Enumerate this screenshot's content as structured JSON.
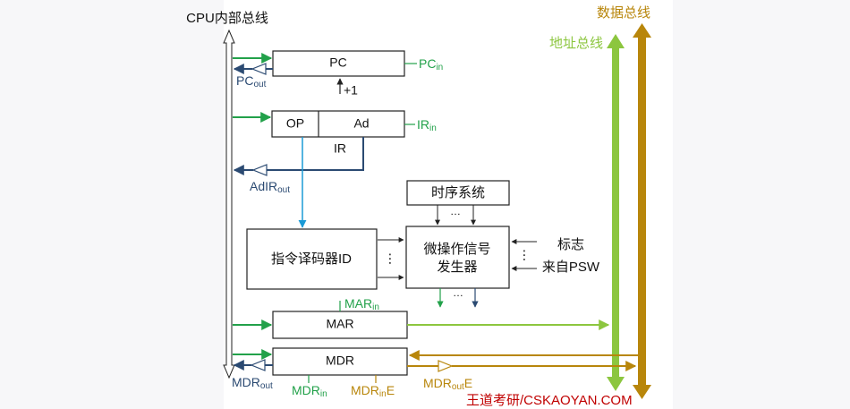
{
  "buses": {
    "cpu_internal": "CPU内部总线",
    "data_bus": "数据总线",
    "address_bus": "地址总线"
  },
  "registers": {
    "pc": "PC",
    "op": "OP",
    "ad": "Ad",
    "ir": "IR",
    "mar": "MAR",
    "mdr": "MDR"
  },
  "units": {
    "timing": "时序系统",
    "decoder": "指令译码器ID",
    "micro_gen_line1": "微操作信号",
    "micro_gen_line2": "发生器"
  },
  "inputs": {
    "flags": "标志",
    "from_psw": "来自PSW"
  },
  "signals": {
    "pc_in": {
      "main": "PC",
      "sub": "in"
    },
    "pc_out": {
      "main": "PC",
      "sub": "out"
    },
    "pc_plus": "+1",
    "ir_in": {
      "main": "IR",
      "sub": "in"
    },
    "adir_out": {
      "main": "AdIR",
      "sub": "out"
    },
    "mar_in": {
      "main": "MAR",
      "sub": "in"
    },
    "mdr_out": {
      "main": "MDR",
      "sub": "out"
    },
    "mdr_in": {
      "main": "MDR",
      "sub": "in"
    },
    "mdr_in_e": {
      "main": "MDR",
      "sub": "in",
      "suffix": "E"
    },
    "mdr_out_e": {
      "main": "MDR",
      "sub": "out",
      "suffix": "E"
    }
  },
  "ellipsis": "…",
  "vdots": "⋮",
  "watermark": "王道考研/CSKAOYAN.COM",
  "colors": {
    "green": "#22a14a",
    "navy": "#2b4a72",
    "light_green": "#8cc63f",
    "gold": "#b8860b",
    "cyan": "#1a9ad6",
    "red": "#c00000"
  }
}
